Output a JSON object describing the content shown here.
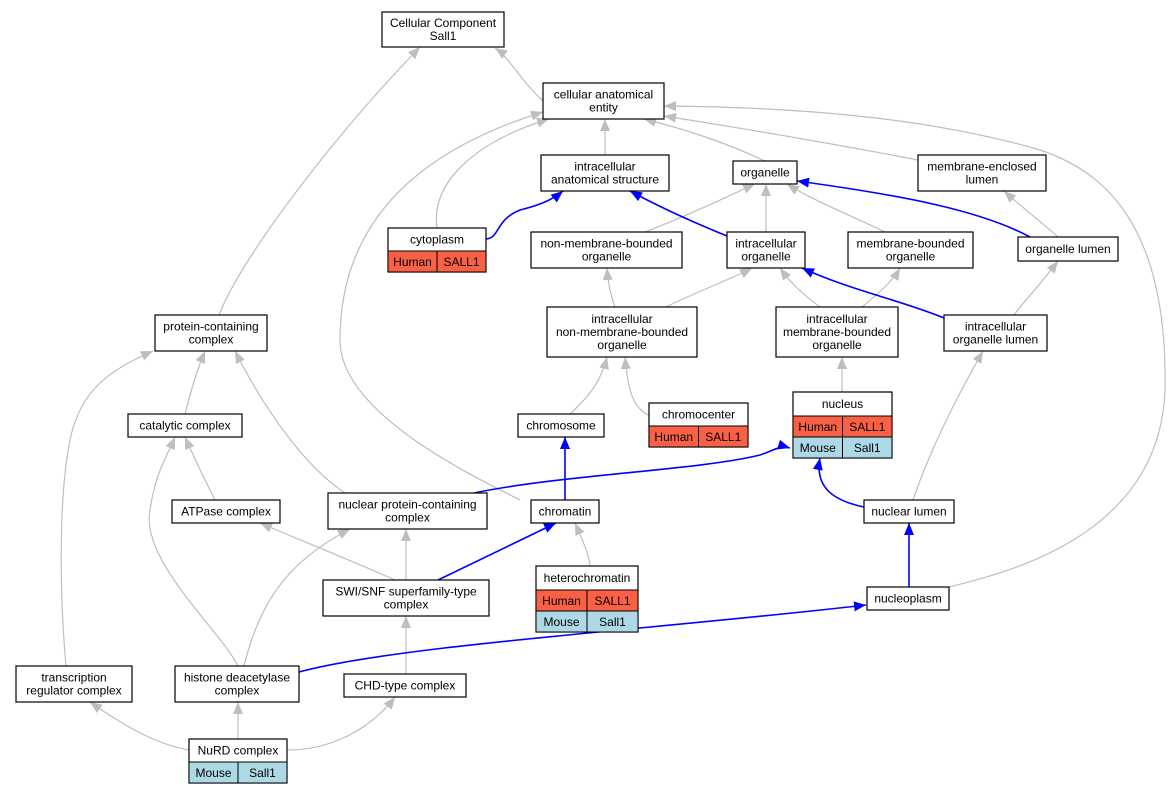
{
  "nodes": {
    "cc": {
      "lines": [
        "Cellular Component",
        "Sall1"
      ]
    },
    "cae": {
      "lines": [
        "cellular anatomical",
        "entity"
      ]
    },
    "ias": {
      "lines": [
        "intracellular",
        "anatomical structure"
      ]
    },
    "org": {
      "lines": [
        "organelle"
      ]
    },
    "mel": {
      "lines": [
        "membrane-enclosed",
        "lumen"
      ]
    },
    "cyto": {
      "lines": [
        "cytoplasm"
      ],
      "annotations": [
        [
          "Human",
          "SALL1"
        ]
      ]
    },
    "nmbo": {
      "lines": [
        "non-membrane-bounded",
        "organelle"
      ]
    },
    "io": {
      "lines": [
        "intracellular",
        "organelle"
      ]
    },
    "mbo": {
      "lines": [
        "membrane-bounded",
        "organelle"
      ]
    },
    "ol": {
      "lines": [
        "organelle lumen"
      ]
    },
    "pcc": {
      "lines": [
        "protein-containing",
        "complex"
      ]
    },
    "inmbo": {
      "lines": [
        "intracellular",
        "non-membrane-bounded",
        "organelle"
      ]
    },
    "imbo": {
      "lines": [
        "intracellular",
        "membrane-bounded",
        "organelle"
      ]
    },
    "iol": {
      "lines": [
        "intracellular",
        "organelle lumen"
      ]
    },
    "cat": {
      "lines": [
        "catalytic complex"
      ]
    },
    "chrom": {
      "lines": [
        "chromosome"
      ]
    },
    "chromc": {
      "lines": [
        "chromocenter"
      ],
      "annotations": [
        [
          "Human",
          "SALL1"
        ]
      ]
    },
    "nuc": {
      "lines": [
        "nucleus"
      ],
      "annotations": [
        [
          "Human",
          "SALL1"
        ],
        [
          "Mouse",
          "Sall1"
        ]
      ]
    },
    "atp": {
      "lines": [
        "ATPase complex"
      ]
    },
    "npcc": {
      "lines": [
        "nuclear protein-containing",
        "complex"
      ]
    },
    "chromatin": {
      "lines": [
        "chromatin"
      ]
    },
    "nl": {
      "lines": [
        "nuclear lumen"
      ]
    },
    "het": {
      "lines": [
        "heterochromatin"
      ],
      "annotations": [
        [
          "Human",
          "SALL1"
        ],
        [
          "Mouse",
          "Sall1"
        ]
      ]
    },
    "swi": {
      "lines": [
        "SWI/SNF superfamily-type",
        "complex"
      ]
    },
    "np": {
      "lines": [
        "nucleoplasm"
      ]
    },
    "trc": {
      "lines": [
        "transcription",
        "regulator complex"
      ]
    },
    "hdac": {
      "lines": [
        "histone deacetylase",
        "complex"
      ]
    },
    "chd": {
      "lines": [
        "CHD-type complex"
      ]
    },
    "nurd": {
      "lines": [
        "NuRD complex"
      ],
      "annotations": [
        [
          "Mouse",
          "Sall1"
        ]
      ]
    }
  },
  "colors": {
    "human": "#fa6045",
    "mouse": "#add8e6",
    "edge_is_a": "#bebebe",
    "edge_part_of": "#0000ff"
  }
}
